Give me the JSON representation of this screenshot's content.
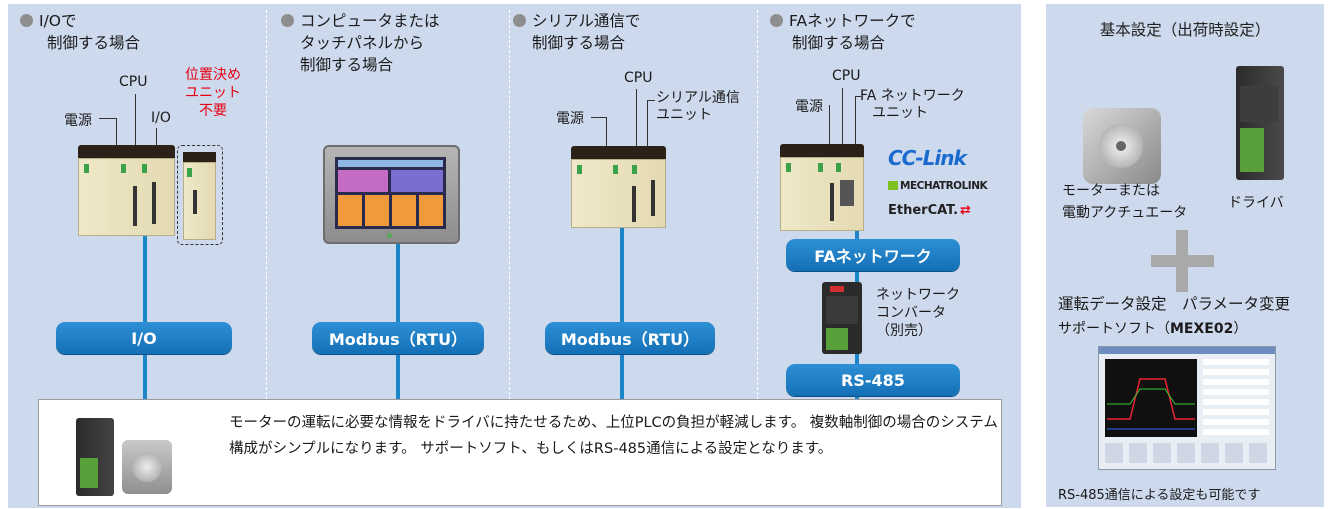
{
  "columns": [
    {
      "title_lines": [
        "I/Oで",
        "制御する場合"
      ],
      "bus_label": "I/O"
    },
    {
      "title_lines": [
        "コンピュータまたは",
        "タッチパネルから",
        "制御する場合"
      ],
      "bus_label": "Modbus（RTU）"
    },
    {
      "title_lines": [
        "シリアル通信で",
        "制御する場合"
      ],
      "bus_label": "Modbus（RTU）"
    },
    {
      "title_lines": [
        "FAネットワークで",
        "制御する場合"
      ],
      "bus_label": "FAネットワーク",
      "bus_label2": "RS-485"
    }
  ],
  "labels": {
    "io_power": "電源",
    "io_cpu": "CPU",
    "io_io": "I/O",
    "io_no_unit": [
      "位置決め",
      "ユニット",
      "不要"
    ],
    "serial_cpu": "CPU",
    "serial_power": "電源",
    "serial_unit": [
      "シリアル通信",
      "ユニット"
    ],
    "fa_cpu": "CPU",
    "fa_power": "電源",
    "fa_unit": [
      "FA ネットワーク",
      "ユニット"
    ],
    "converter": [
      "ネットワーク",
      "コンバータ",
      "（別売）"
    ]
  },
  "logos": {
    "cclink": "CC-Link",
    "mechatrolink": "MECHATROLINK",
    "ethercat": "EtherCAT."
  },
  "note_text": "モーターの運転に必要な情報をドライバに持たせるため、上位PLCの負担が軽減します。 複数軸制御の場合のシステム構成がシンプルになります。 サポートソフト、もしくはRS-485通信による設定となります。",
  "right_panel": {
    "title": "基本設定（出荷時設定）",
    "motor_label": [
      "モーターまたは",
      "電動アクチュエータ"
    ],
    "driver_label": "ドライバ",
    "data_setting": "運転データ設定　パラメータ変更",
    "support_soft": "サポートソフト（",
    "support_soft_name": "MEXE02",
    "support_soft_end": "）",
    "rs485_note": "RS-485通信による設定も可能です"
  },
  "colors": {
    "panel": "#cdd9ec",
    "accent": "#1a86c8",
    "red": "#e60012"
  }
}
